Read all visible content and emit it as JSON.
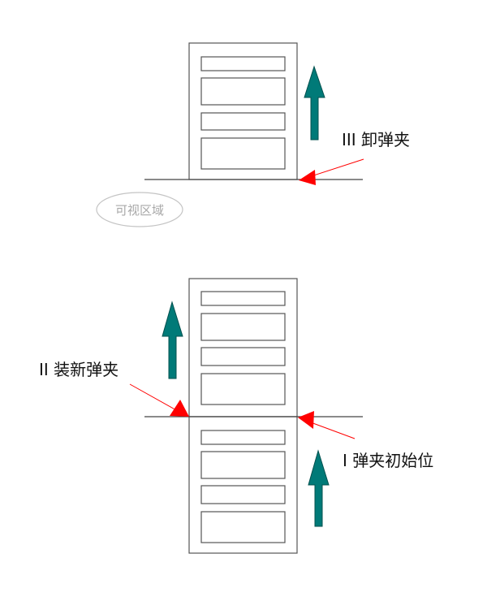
{
  "labels": {
    "unload": "III 卸弹夹",
    "load_new": "II 装新弹夹",
    "initial": "I 弹夹初始位",
    "visible_area": "可视区域"
  },
  "colors": {
    "arrow_fill": "#007a78",
    "pointer": "#ff0000",
    "outline": "#555555",
    "baseline": "#444444",
    "ellipse": "#bfbfbf"
  }
}
